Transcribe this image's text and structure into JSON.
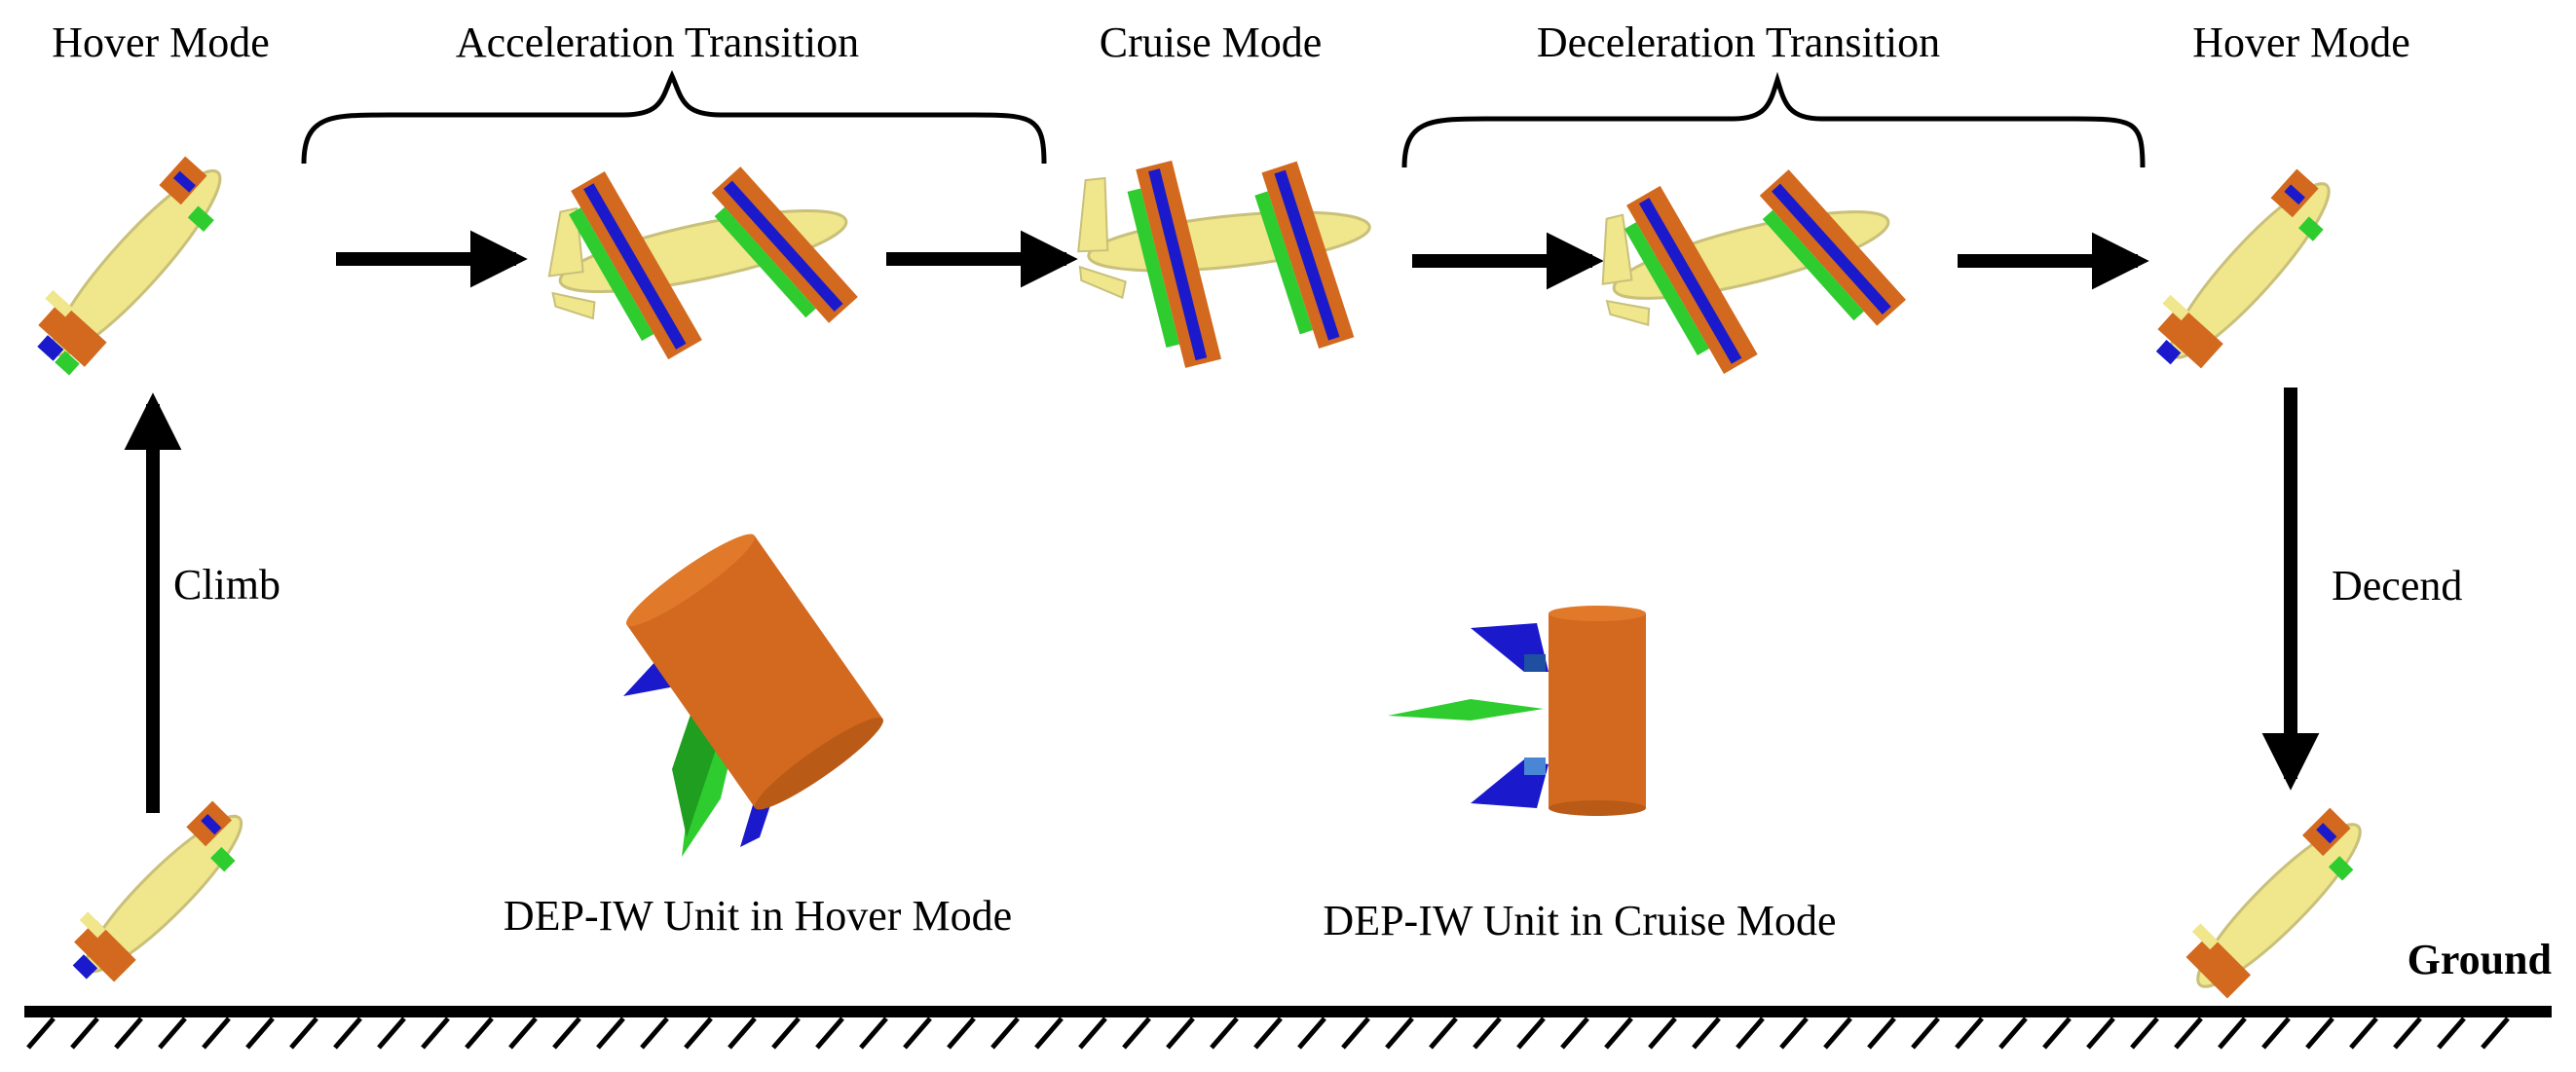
{
  "labels": {
    "hover_mode_start": "Hover Mode",
    "acceleration_transition": "Acceleration Transition",
    "cruise_mode": "Cruise Mode",
    "deceleration_transition": "Deceleration Transition",
    "hover_mode_end": "Hover Mode",
    "climb": "Climb",
    "decend": "Decend",
    "ground": "Ground",
    "unit_hover_caption": "DEP-IW Unit in Hover Mode",
    "unit_cruise_caption": "DEP-IW Unit in Cruise Mode"
  },
  "colors": {
    "fuselage": "#f0e68c",
    "fuselage_shade": "#c9c07a",
    "nacelle": "#d2691e",
    "blade_blue": "#1a1acc",
    "blade_blue_light": "#4a86d6",
    "blade_green": "#2ecc2e",
    "ink": "#000000"
  }
}
